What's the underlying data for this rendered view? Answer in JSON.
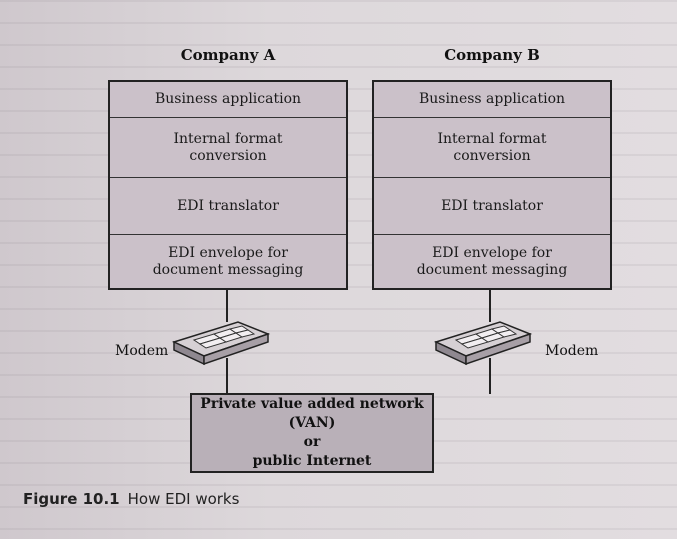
{
  "company_a": {
    "title": "Company A",
    "layers": [
      "Business application",
      "Internal format\nconversion",
      "EDI translator",
      "EDI envelope for\ndocument messaging"
    ]
  },
  "company_b": {
    "title": "Company B",
    "layers": [
      "Business application",
      "Internal format\nconversion",
      "EDI translator",
      "EDI envelope for\ndocument messaging"
    ]
  },
  "modem_left_label": "Modem",
  "modem_right_label": "Modem",
  "network": {
    "line1": "Private value added network (VAN)",
    "line2": "or",
    "line3": "public Internet"
  },
  "caption": {
    "number": "Figure 10.1",
    "text": "How EDI works"
  }
}
